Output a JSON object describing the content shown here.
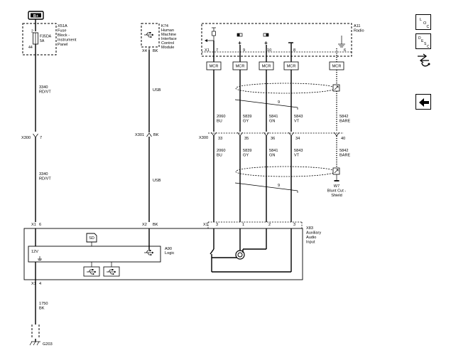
{
  "power": {
    "label": "B+"
  },
  "fuse_block": {
    "pin_top": "2",
    "pin_bottom": "44",
    "fuse": "F35DA",
    "rating": "5A",
    "ref": "X51A",
    "name": [
      "Fuse",
      "Block -",
      "Instrument",
      "Panel"
    ]
  },
  "hmi": {
    "ref": "K74",
    "name": [
      "Human",
      "Machine",
      "Interface",
      "Control",
      "Module"
    ],
    "conn": "X4",
    "color": "BK"
  },
  "radio": {
    "ref": "A11",
    "name": "Radio",
    "conn": "X1",
    "pins": [
      "7",
      "9",
      "10",
      "8",
      "6"
    ]
  },
  "mcr_label": "MCR",
  "circuits_upper": [
    {
      "num": "3340",
      "color": "RD/VT"
    },
    {
      "num": "USB",
      "color": ""
    },
    {
      "num": "2060",
      "color": "BU"
    },
    {
      "num": "5839",
      "color": "GY"
    },
    {
      "num": "5841",
      "color": "GN"
    },
    {
      "num": "5843",
      "color": "VT"
    },
    {
      "num": "5842",
      "color": "BARE"
    }
  ],
  "twist_label": "9",
  "inline_conns": {
    "x300": "X300",
    "x300_pin": "7",
    "x301": "X301",
    "x301_pin": "BK",
    "x300b": "X300",
    "pins": [
      "33",
      "35",
      "36",
      "34",
      "40"
    ]
  },
  "circuits_lower": [
    {
      "num": "3340",
      "color": "RD/VT"
    },
    {
      "num": "USB",
      "color": ""
    },
    {
      "num": "2060",
      "color": "BU"
    },
    {
      "num": "5839",
      "color": "GY"
    },
    {
      "num": "5841",
      "color": "GN"
    },
    {
      "num": "5843",
      "color": "VT"
    },
    {
      "num": "5842",
      "color": "BARE"
    }
  ],
  "shield": {
    "ref": "W7",
    "name": [
      "Blunt Cut -",
      "Shield"
    ]
  },
  "aux": {
    "x1": "X1",
    "x1_pin": "6",
    "x2": "X2",
    "x2_pin": "BK",
    "x1b": "X1",
    "pins": [
      "3",
      "1",
      "2",
      "3"
    ],
    "ref": "X83",
    "name": [
      "Auxiliary",
      "Audio",
      "Input"
    ],
    "sd": "SD",
    "v12": "12V",
    "logic_ref": "A90",
    "logic_name": "Logic",
    "gnd_conn": "X1",
    "gnd_pin": "4"
  },
  "ground_circuit": {
    "num": "1750",
    "color": "BK"
  },
  "ground": {
    "ref": "G203"
  },
  "side_buttons": [
    {
      "name": "loc-button",
      "lines": [
        "L",
        "O",
        "C"
      ]
    },
    {
      "name": "desc-button",
      "lines": [
        "D",
        "E",
        "S",
        "C"
      ]
    }
  ]
}
